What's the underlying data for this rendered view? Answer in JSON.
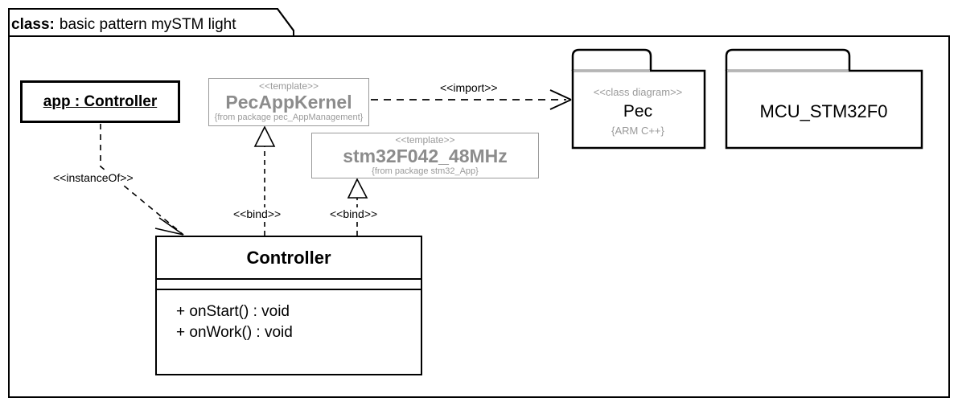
{
  "frame": {
    "keyword": "class:",
    "title": "basic pattern mySTM light"
  },
  "nodes": {
    "object_app": {
      "label": "app : Controller"
    },
    "template_kernel": {
      "stereotype": "<<template>>",
      "name": "PecAppKernel",
      "from": "{from package pec_AppManagement}"
    },
    "template_stm32": {
      "stereotype": "<<template>>",
      "name": "stm32F042_48MHz",
      "from": "{from package stm32_App}"
    },
    "package_pec": {
      "stereotype": "<<class diagram>>",
      "name": "Pec",
      "note": "{ARM C++}"
    },
    "package_mcu": {
      "stereotype": "",
      "name": "MCU_STM32F0",
      "note": ""
    },
    "class_controller": {
      "name": "Controller",
      "attributes": [],
      "operations": [
        "+ onStart() : void",
        "+ onWork() : void"
      ]
    }
  },
  "edges": {
    "instance_of": {
      "label": "<<instanceOf>>",
      "source": "object_app",
      "target": "class_controller",
      "style": "dashed",
      "arrow": "open"
    },
    "import": {
      "label": "<<import>>",
      "source": "template_kernel",
      "target": "package_pec",
      "style": "dashed",
      "arrow": "open"
    },
    "bind_kernel": {
      "label": "<<bind>>",
      "source": "class_controller",
      "target": "template_kernel",
      "style": "dashed",
      "arrow": "hollow-triangle"
    },
    "bind_stm32": {
      "label": "<<bind>>",
      "source": "class_controller",
      "target": "template_stm32",
      "style": "dashed",
      "arrow": "hollow-triangle"
    }
  },
  "colors": {
    "stroke": "#000000",
    "template_gray": "#8c8c8c",
    "template_border": "#9a9a9a",
    "note_gray": "#9a9a9a",
    "tab_divider": "#b5b5b5",
    "background": "#ffffff"
  }
}
